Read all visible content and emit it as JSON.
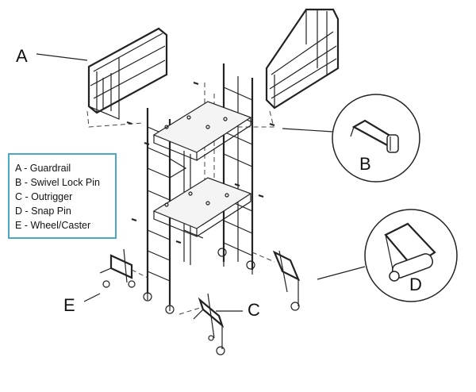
{
  "legend": {
    "items": [
      {
        "label": "A - Guardrail"
      },
      {
        "label": "B - Swivel Lock Pin"
      },
      {
        "label": "C - Outrigger"
      },
      {
        "label": "D - Snap Pin"
      },
      {
        "label": "E - Wheel/Caster"
      }
    ]
  },
  "callouts": {
    "a": "A",
    "b": "B",
    "c": "C",
    "d": "D",
    "e": "E"
  },
  "colors": {
    "legend_border": "#4aa8c4",
    "line": "#222222"
  }
}
